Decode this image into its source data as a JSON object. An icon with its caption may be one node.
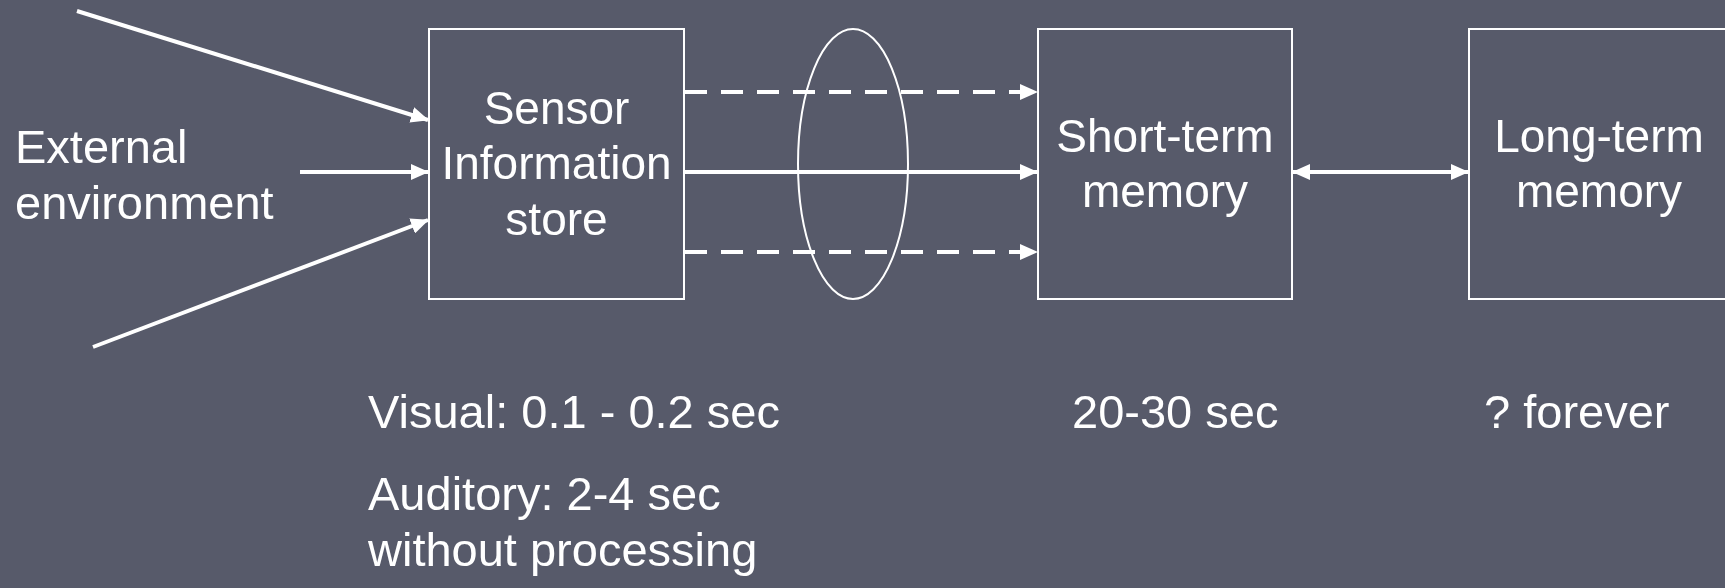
{
  "diagram": {
    "nodes": [
      {
        "text": [
          "External environment"
        ]
      },
      {
        "text": [
          "Sensor Information store"
        ],
        "beside": [
          "Visual: 0.1 - 0.2 sec",
          "Auditory: 2-4 sec without processing"
        ]
      },
      {
        "text": [
          "Short-term memory"
        ],
        "beside": [
          "20-30 sec"
        ]
      },
      {
        "text": [
          "Long-term memory"
        ],
        "beside": [
          "? forever"
        ]
      }
    ],
    "edges": [
      {
        "from": null,
        "to": 1,
        "arrow": "to"
      },
      {
        "from": 0,
        "to": 1,
        "arrow": "to"
      },
      {
        "from": null,
        "to": 1,
        "arrow": "to"
      },
      {
        "from": 1,
        "to": 2,
        "arrow": "to",
        "style": "dashed"
      },
      {
        "from": 1,
        "to": 2,
        "arrow": "to"
      },
      {
        "from": 1,
        "to": 2,
        "arrow": "to",
        "style": "dashed"
      },
      {
        "from": 2,
        "to": 3,
        "arrow": "both"
      }
    ]
  }
}
